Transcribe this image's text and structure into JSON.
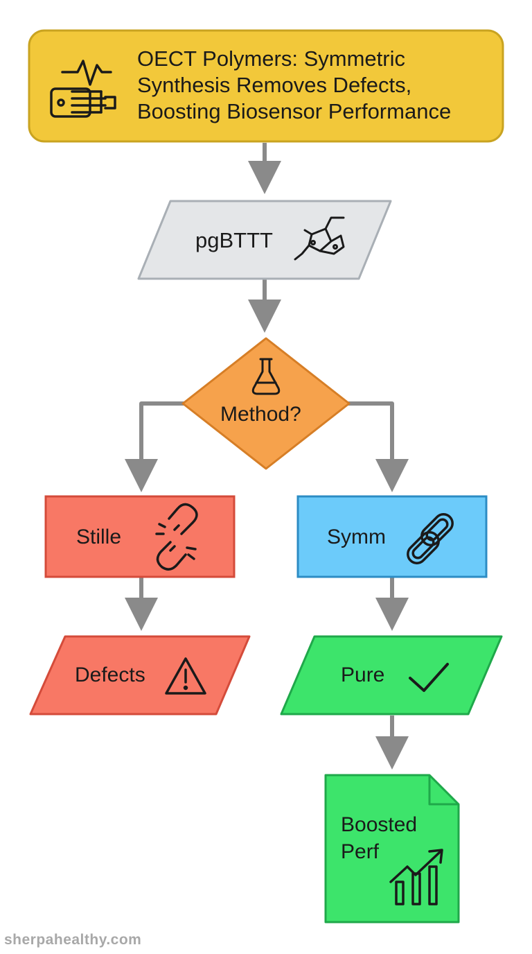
{
  "title": {
    "line1": "OECT Polymers: Symmetric",
    "line2": "Synthesis Removes Defects,",
    "line3": "Boosting Biosensor Performance",
    "icon": "oect-device-icon"
  },
  "nodes": {
    "pgbttt": {
      "label": "pgBTTT",
      "icon": "molecule-icon"
    },
    "method": {
      "label": "Method?",
      "icon": "flask-icon"
    },
    "stille": {
      "label": "Stille",
      "icon": "broken-link-icon"
    },
    "symm": {
      "label": "Symm",
      "icon": "chain-link-icon"
    },
    "defects": {
      "label": "Defects",
      "icon": "warning-icon"
    },
    "pure": {
      "label": "Pure",
      "icon": "check-icon"
    },
    "boosted": {
      "line1": "Boosted",
      "line2": "Perf",
      "icon": "growth-chart-icon"
    }
  },
  "watermark": "sherpahealthy.com",
  "colors": {
    "title_fill": "#F2C83A",
    "pgbttt_fill": "#E4E6E8",
    "method_fill": "#F6A24C",
    "red_fill": "#F87865",
    "blue_fill": "#6CCBFA",
    "green_fill": "#3DE46B",
    "arrow": "#8a8a8a"
  }
}
